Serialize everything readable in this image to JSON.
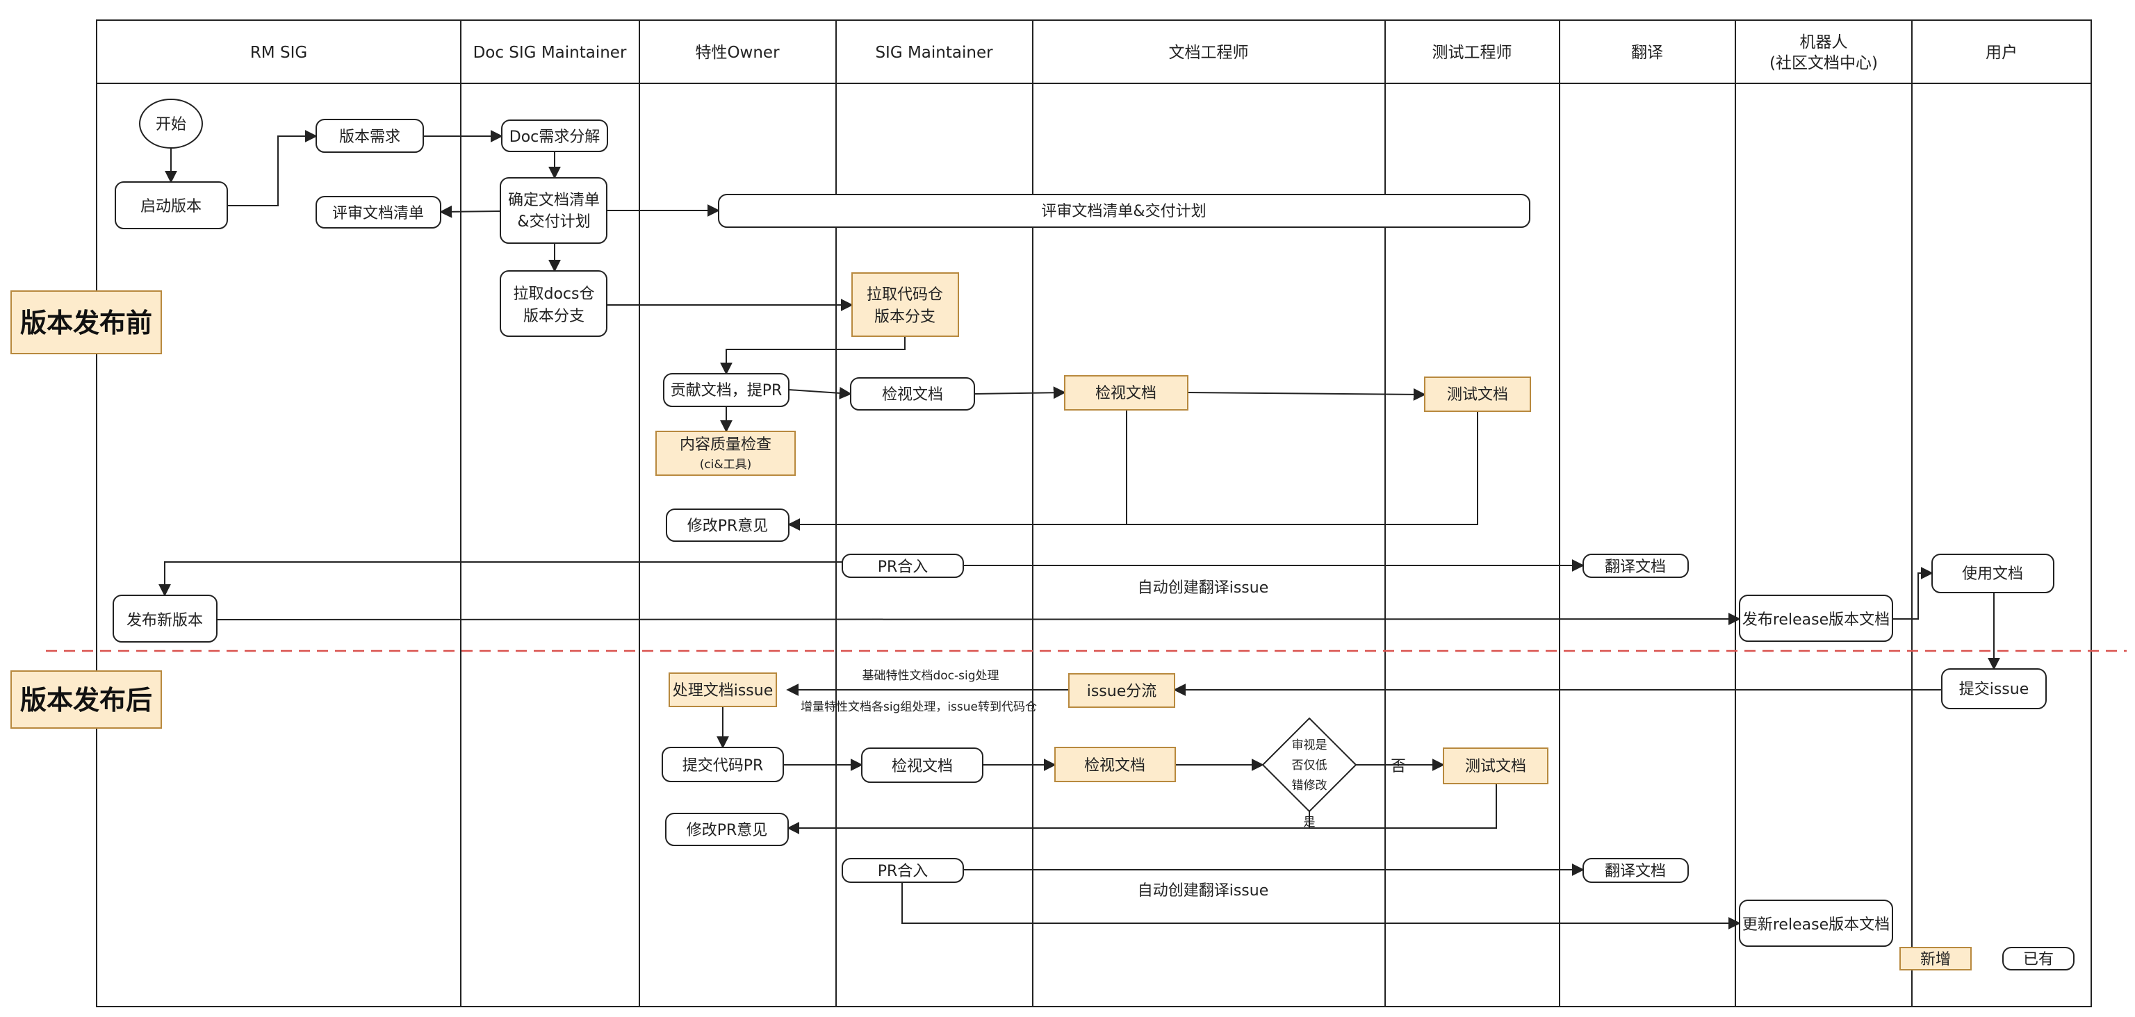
{
  "lanes": [
    {
      "id": "rm",
      "title": "RM SIG"
    },
    {
      "id": "doc",
      "title": "Doc SIG Maintainer"
    },
    {
      "id": "owner",
      "title": "特性Owner"
    },
    {
      "id": "sigm",
      "title": "SIG Maintainer"
    },
    {
      "id": "writer",
      "title": "文档工程师"
    },
    {
      "id": "tester",
      "title": "测试工程师"
    },
    {
      "id": "trans",
      "title": "翻译"
    },
    {
      "id": "bot",
      "title": "机器人",
      "subtitle": "(社区文档中心)"
    },
    {
      "id": "user",
      "title": "用户"
    }
  ],
  "phases": {
    "before": "版本发布前",
    "after": "版本发布后"
  },
  "nodes": {
    "start": "开始",
    "launch": "启动版本",
    "req": "版本需求",
    "review_list_rm": "评审文档清单",
    "doc_split": "Doc需求分解",
    "plan_l1": "确定文档清单",
    "plan_l2": "&交付计划",
    "review_plan_wide": "评审文档清单&交付计划",
    "pull_docs_l1": "拉取docs仓",
    "pull_docs_l2": "版本分支",
    "pull_code_l1": "拉取代码仓",
    "pull_code_l2": "版本分支",
    "contrib_pr": "贡献文档，提PR",
    "quality_l1": "内容质量检查",
    "quality_l2": "(ci&工具)",
    "review_sig_1": "检视文档",
    "review_writer_1": "检视文档",
    "test_doc_1": "测试文档",
    "fix_pr_1": "修改PR意见",
    "merge_1": "PR合入",
    "translate_1": "翻译文档",
    "release_new": "发布新版本",
    "publish_release": "发布release版本文档",
    "use_doc": "使用文档",
    "submit_issue": "提交issue",
    "triage": "issue分流",
    "handle_issue": "处理文档issue",
    "submit_code_pr": "提交代码PR",
    "review_sig_2": "检视文档",
    "review_writer_2": "检视文档",
    "decision_l1": "审视是",
    "decision_l2": "否仅低",
    "decision_l3": "错修改",
    "test_doc_2": "测试文档",
    "fix_pr_2": "修改PR意见",
    "merge_2": "PR合入",
    "translate_2": "翻译文档",
    "update_release": "更新release版本文档"
  },
  "edge_labels": {
    "auto_translate_1": "自动创建翻译issue",
    "auto_translate_2": "自动创建翻译issue",
    "basic_feature": "基础特性文档doc-sig处理",
    "incremental_feature": "增量特性文档各sig组处理，issue转到代码仓",
    "no": "否",
    "yes": "是"
  },
  "legend": {
    "new": "新增",
    "existing": "已有"
  },
  "colors": {
    "highlight_fill": "#fdebcc",
    "highlight_stroke": "#b8893e",
    "line": "#222222",
    "divider": "#d9534f"
  }
}
